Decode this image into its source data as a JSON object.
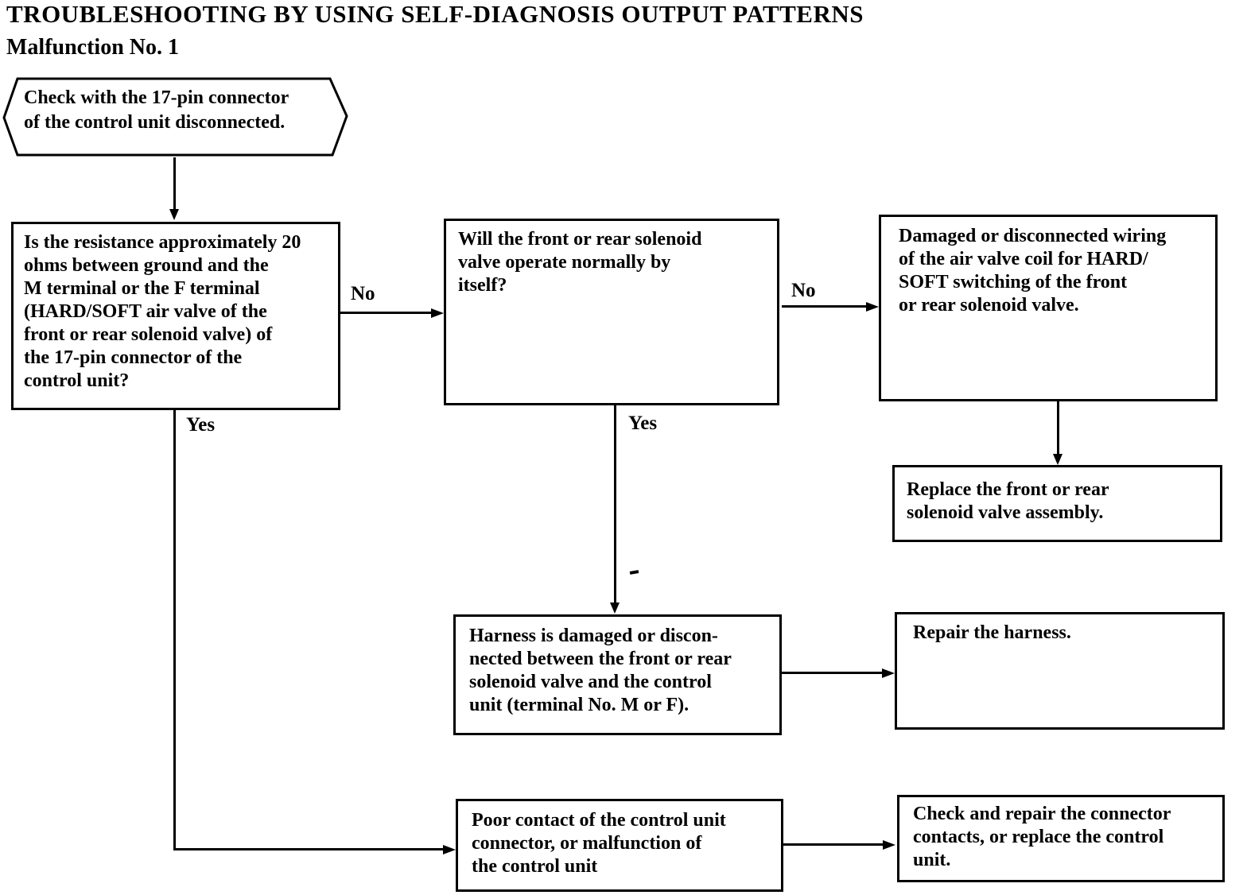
{
  "page": {
    "title": "TROUBLESHOOTING BY USING SELF-DIAGNOSIS OUTPUT PATTERNS",
    "subtitle": "Malfunction No. 1"
  },
  "flowchart": {
    "start": {
      "text": "Check with the 17-pin connector\nof the control unit disconnected."
    },
    "q_resistance": {
      "text": "Is the resistance approximately 20\nohms between ground and the\nM terminal or the F terminal\n(HARD/SOFT air valve of the\nfront or rear solenoid valve) of\nthe 17-pin connector of the\ncontrol unit?"
    },
    "q_valve_operate": {
      "text": "Will the front or rear solenoid\nvalve operate normally by\nitself?"
    },
    "a_damaged_wiring": {
      "text": "Damaged or disconnected wiring\nof the air valve coil for HARD/\nSOFT switching of the front\nor rear solenoid valve."
    },
    "a_replace_valve": {
      "text": "Replace the front or rear\nsolenoid valve assembly."
    },
    "a_harness_damaged": {
      "text": "Harness is damaged or discon-\nnected between the front or rear\nsolenoid valve and the control\nunit (terminal No. M or F)."
    },
    "a_repair_harness": {
      "text": "Repair the harness."
    },
    "a_poor_contact": {
      "text": "Poor contact of the control unit\nconnector, or malfunction of\nthe control unit"
    },
    "a_check_connector": {
      "text": "Check and repair the connector\ncontacts, or replace the control\nunit."
    },
    "labels": {
      "no1": "No",
      "no2": "No",
      "yes1": "Yes",
      "yes2": "Yes"
    }
  },
  "colors": {
    "ink": "#000000",
    "paper": "#ffffff"
  }
}
